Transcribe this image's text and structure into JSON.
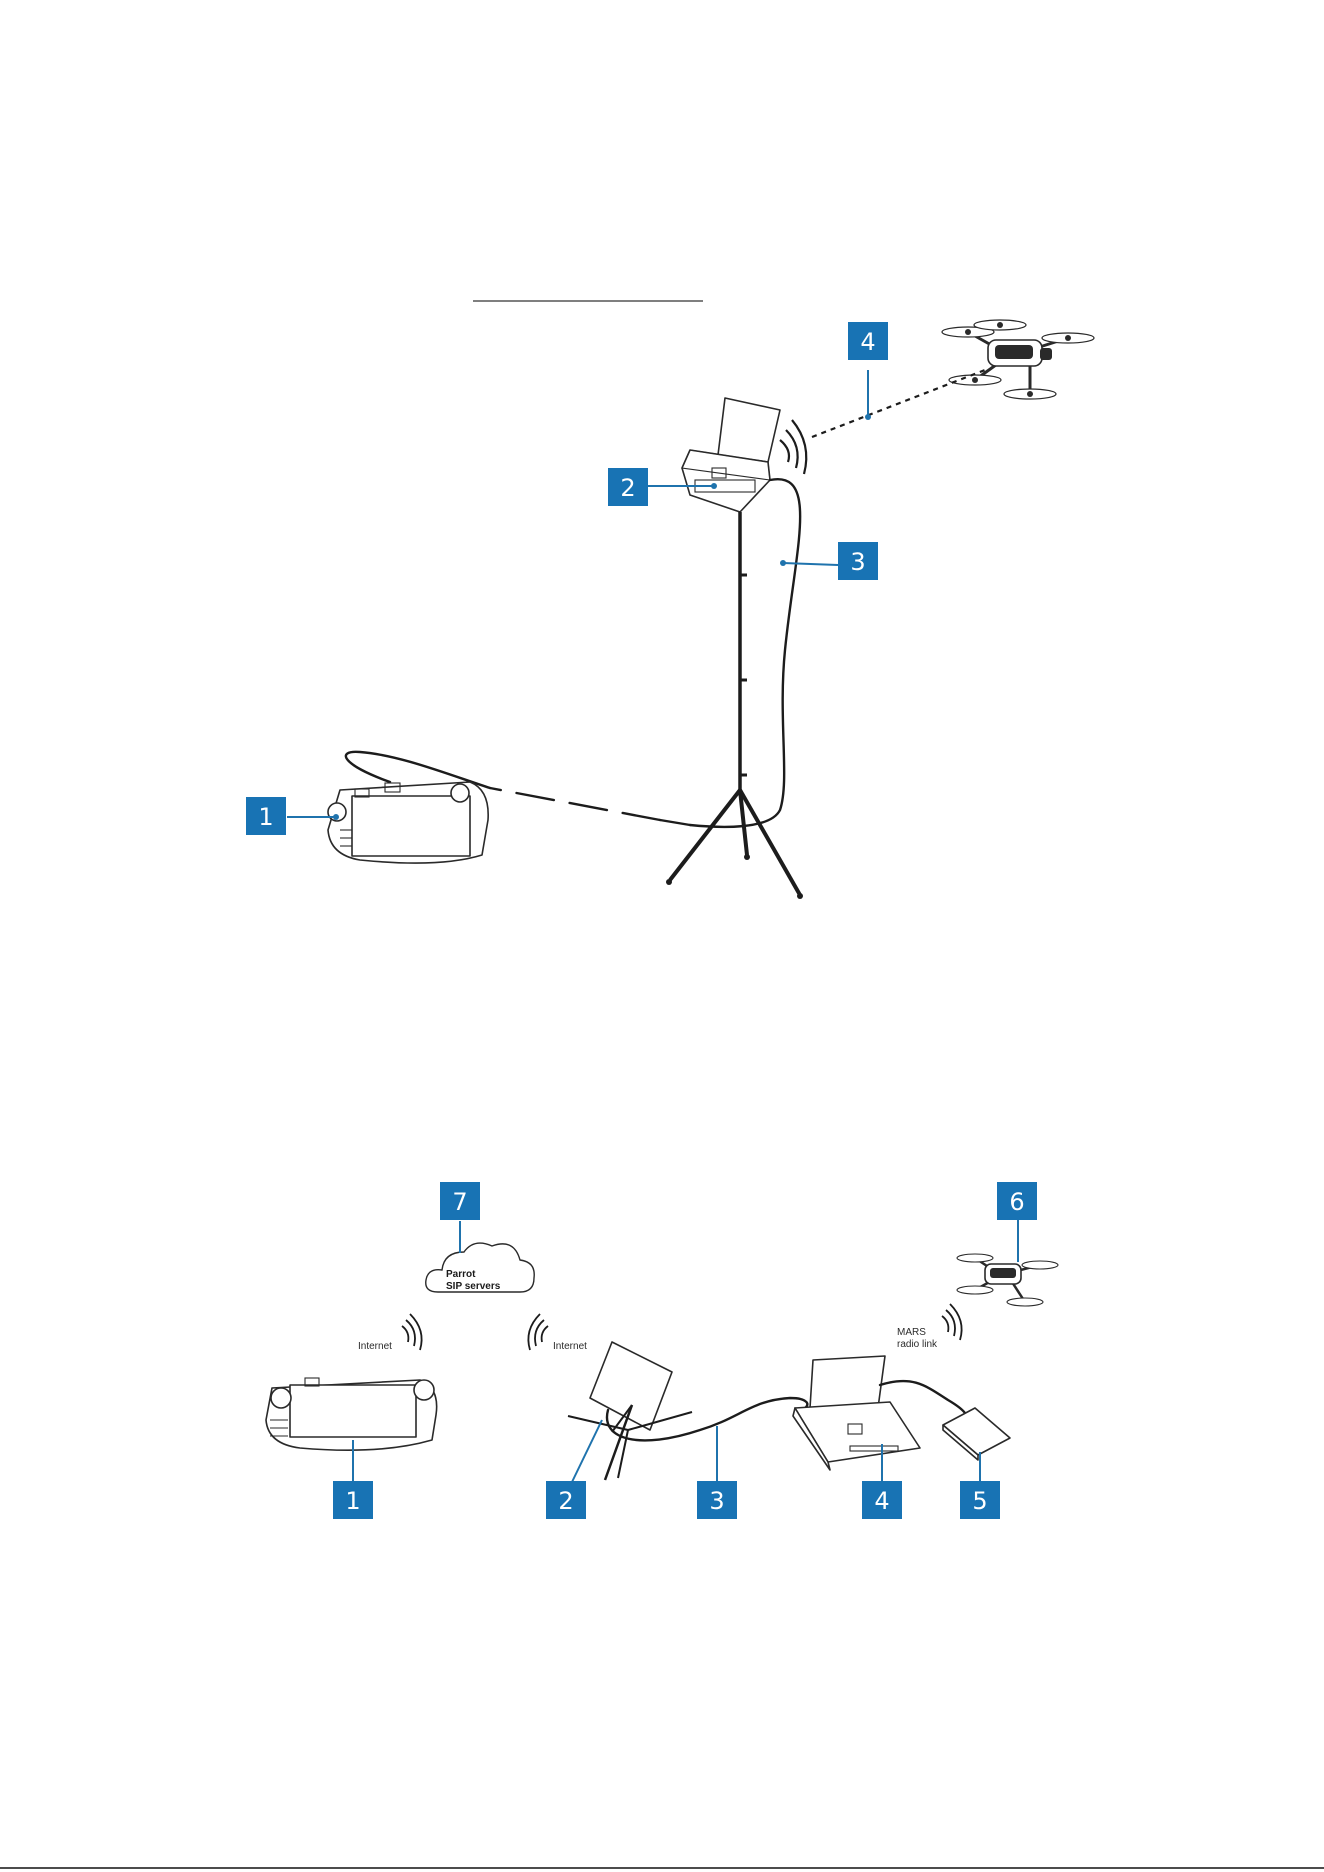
{
  "colors": {
    "badge": "#1873b4",
    "line": "#1c1c1c"
  },
  "top_diagram": {
    "badges": [
      "1",
      "2",
      "3",
      "4"
    ]
  },
  "bottom_diagram": {
    "badges": [
      "1",
      "2",
      "3",
      "4",
      "5",
      "6",
      "7"
    ],
    "cloud_label": [
      "Parrot",
      "SIP servers"
    ],
    "link_internet_left": "Internet",
    "link_internet_right": "Internet",
    "link_mars": [
      "MARS",
      "radio link"
    ]
  }
}
